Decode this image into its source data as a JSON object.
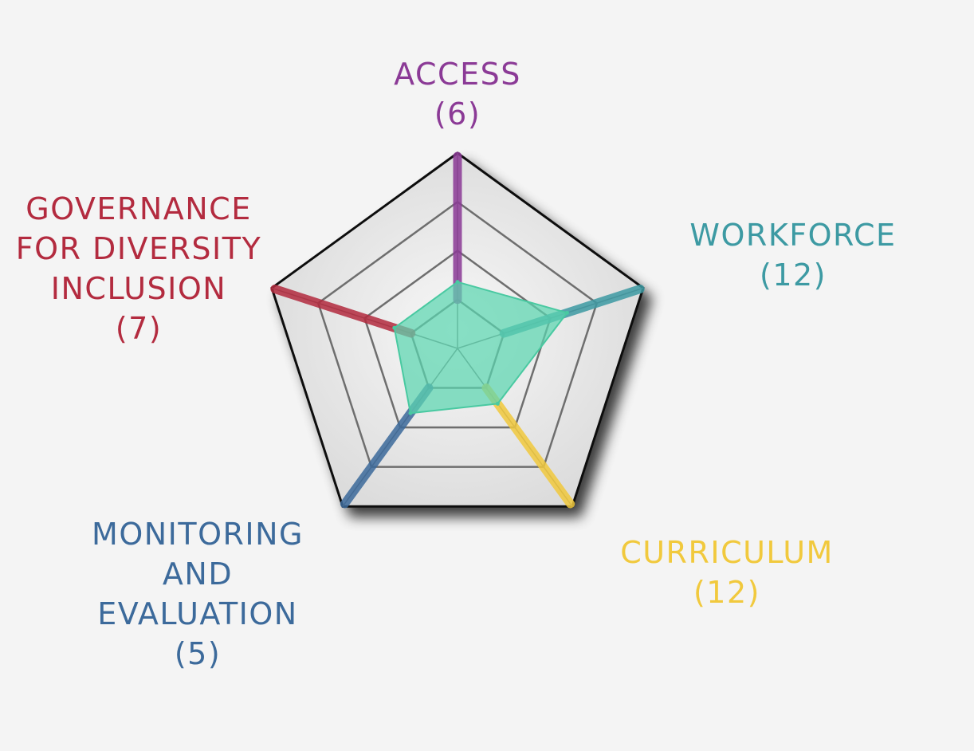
{
  "chart_data": {
    "type": "radar",
    "axes": [
      {
        "key": "access",
        "label_lines": [
          "ACCESS"
        ],
        "count_label": "(6)",
        "count": 6,
        "color": "#8b3a96"
      },
      {
        "key": "workforce",
        "label_lines": [
          "WORKFORCE"
        ],
        "count_label": "(12)",
        "count": 12,
        "color": "#3d9aa3"
      },
      {
        "key": "curriculum",
        "label_lines": [
          "CURRICULUM"
        ],
        "count_label": "(12)",
        "count": 12,
        "color": "#f1c93d"
      },
      {
        "key": "monitoring",
        "label_lines": [
          "MONITORING",
          "AND",
          "EVALUATION"
        ],
        "count_label": "(5)",
        "count": 5,
        "color": "#3c6a9b"
      },
      {
        "key": "governance",
        "label_lines": [
          "GOVERNANCE",
          "FOR DIVERSITY",
          "INCLUSION"
        ],
        "count_label": "(7)",
        "count": 7,
        "color": "#b32b3f"
      }
    ],
    "rings": 4,
    "series": [
      {
        "values": [
          0.34,
          0.59,
          0.35,
          0.41,
          0.34
        ],
        "color": "#5cd6b0"
      }
    ]
  }
}
